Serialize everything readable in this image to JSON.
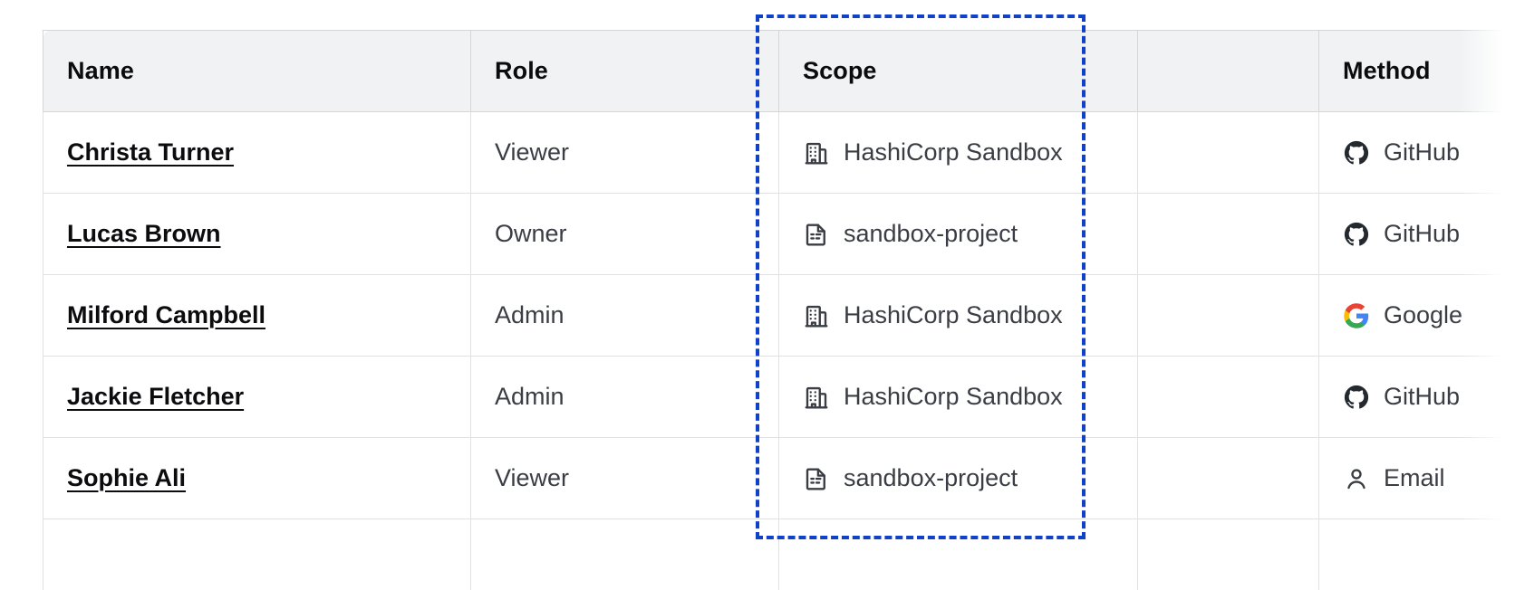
{
  "table": {
    "columns": [
      {
        "key": "name",
        "label": "Name"
      },
      {
        "key": "role",
        "label": "Role"
      },
      {
        "key": "scope",
        "label": "Scope"
      },
      {
        "key": "blank",
        "label": ""
      },
      {
        "key": "method",
        "label": "Method"
      }
    ],
    "rows": [
      {
        "name": "Christa Turner",
        "role": "Viewer",
        "scope": "HashiCorp Sandbox",
        "scope_icon": "building-icon",
        "method": "GitHub",
        "method_icon": "github-icon"
      },
      {
        "name": "Lucas Brown",
        "role": "Owner",
        "scope": "sandbox-project",
        "scope_icon": "document-icon",
        "method": "GitHub",
        "method_icon": "github-icon"
      },
      {
        "name": "Milford Campbell",
        "role": "Admin",
        "scope": "HashiCorp Sandbox",
        "scope_icon": "building-icon",
        "method": "Google",
        "method_icon": "google-icon"
      },
      {
        "name": "Jackie Fletcher",
        "role": "Admin",
        "scope": "HashiCorp Sandbox",
        "scope_icon": "building-icon",
        "method": "GitHub",
        "method_icon": "github-icon"
      },
      {
        "name": "Sophie Ali",
        "role": "Viewer",
        "scope": "sandbox-project",
        "scope_icon": "document-icon",
        "method": "Email",
        "method_icon": "user-icon"
      },
      {
        "name": "",
        "role": "",
        "scope": "",
        "scope_icon": "",
        "method": "",
        "method_icon": ""
      }
    ]
  },
  "highlight": {
    "target_column": "Scope",
    "border_color": "#1141c8",
    "style": "dashed"
  },
  "colors": {
    "header_background": "#f1f2f4",
    "header_text": "#0c0c0e",
    "body_text": "#3b3d45",
    "row_border": "#dfe1e5",
    "table_border": "#d4d6da",
    "icon_dark": "#3b3d45",
    "google_blue": "#4285f4",
    "google_red": "#ea4335",
    "google_yellow": "#fbbc05",
    "google_green": "#34a853"
  }
}
